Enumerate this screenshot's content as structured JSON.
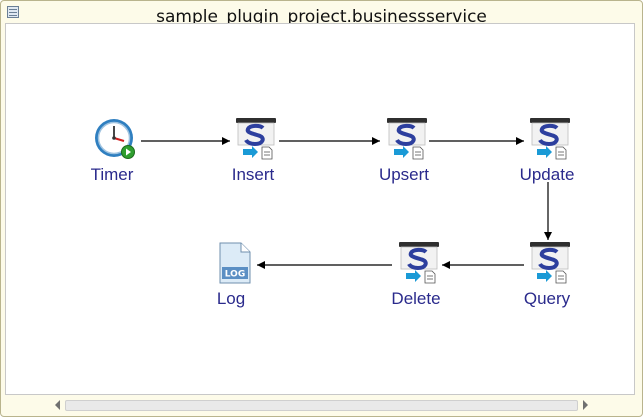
{
  "window": {
    "title": "sample_plugin_project.businessservice"
  },
  "icons": {
    "menu": "window-menu-icon",
    "timer": "timer-clock-icon",
    "service": "service-call-icon",
    "log": "log-file-icon"
  },
  "nodes": {
    "timer": {
      "label": "Timer"
    },
    "insert": {
      "label": "Insert"
    },
    "upsert": {
      "label": "Upsert"
    },
    "update": {
      "label": "Update"
    },
    "query": {
      "label": "Query"
    },
    "delete": {
      "label": "Delete"
    },
    "log": {
      "label": "Log"
    }
  },
  "connections": [
    {
      "from": "timer",
      "to": "insert"
    },
    {
      "from": "insert",
      "to": "upsert"
    },
    {
      "from": "upsert",
      "to": "update"
    },
    {
      "from": "update",
      "to": "query"
    },
    {
      "from": "query",
      "to": "delete"
    },
    {
      "from": "delete",
      "to": "log"
    }
  ],
  "colors": {
    "label": "#2a2a8c",
    "connector": "#000000",
    "background": "#fdfbe9"
  }
}
